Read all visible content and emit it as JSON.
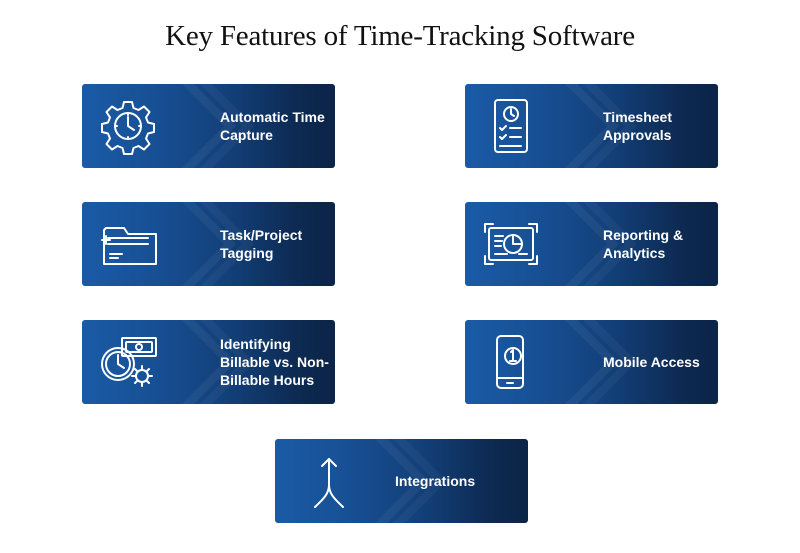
{
  "title": "Key Features of Time-Tracking Software",
  "features": [
    {
      "label": "Automatic Time Capture",
      "icon": "gear-clock-icon"
    },
    {
      "label": "Timesheet Approvals",
      "icon": "timesheet-clipboard-icon"
    },
    {
      "label": "Task/Project Tagging",
      "icon": "folder-icon"
    },
    {
      "label": "Reporting & Analytics",
      "icon": "pie-chart-report-icon"
    },
    {
      "label": "Identifying Billable vs. Non-Billable Hours",
      "icon": "clock-money-gear-icon"
    },
    {
      "label": "Mobile Access",
      "icon": "mobile-phone-icon"
    },
    {
      "label": "Integrations",
      "icon": "merge-arrow-icon"
    }
  ],
  "colors": {
    "card_start": "#1a5ba6",
    "card_end": "#0b2447",
    "text": "#ffffff",
    "title": "#111111"
  }
}
